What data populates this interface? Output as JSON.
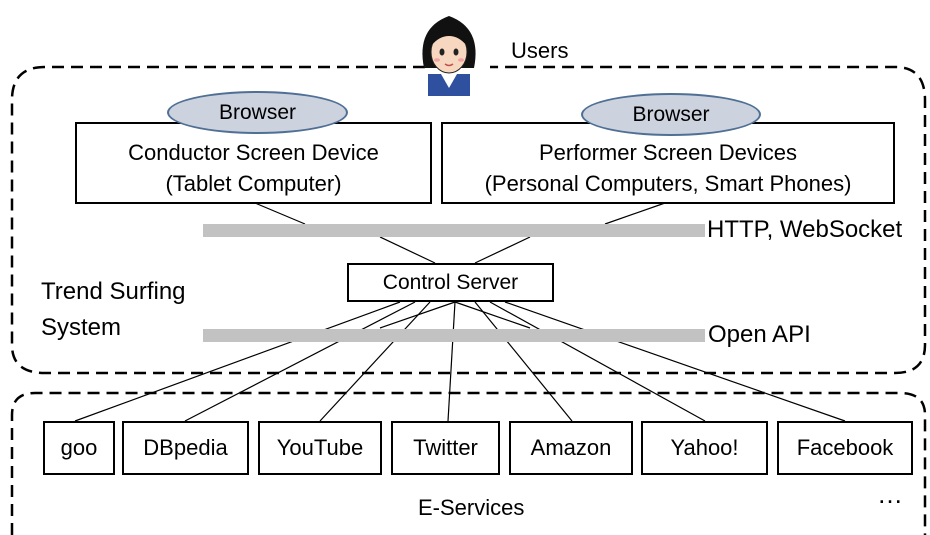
{
  "users_label": "Users",
  "conductor": {
    "browser_label": "Browser",
    "title": "Conductor Screen Device",
    "subtitle": "(Tablet Computer)"
  },
  "performer": {
    "browser_label": "Browser",
    "title": "Performer Screen Devices",
    "subtitle": "(Personal Computers, Smart Phones)"
  },
  "protocol_label": "HTTP, WebSocket",
  "control_server_label": "Control Server",
  "system_label_line1": "Trend Surfing",
  "system_label_line2": "System",
  "api_label": "Open API",
  "services": [
    "goo",
    "DBpedia",
    "YouTube",
    "Twitter",
    "Amazon",
    "Yahoo!",
    "Facebook"
  ],
  "services_ellipsis": "…",
  "eservices_label": "E-Services",
  "colors": {
    "bar": "#c2c2c2",
    "oval_fill": "#cdd3de",
    "oval_stroke": "#4f6f95",
    "line": "#000000"
  }
}
